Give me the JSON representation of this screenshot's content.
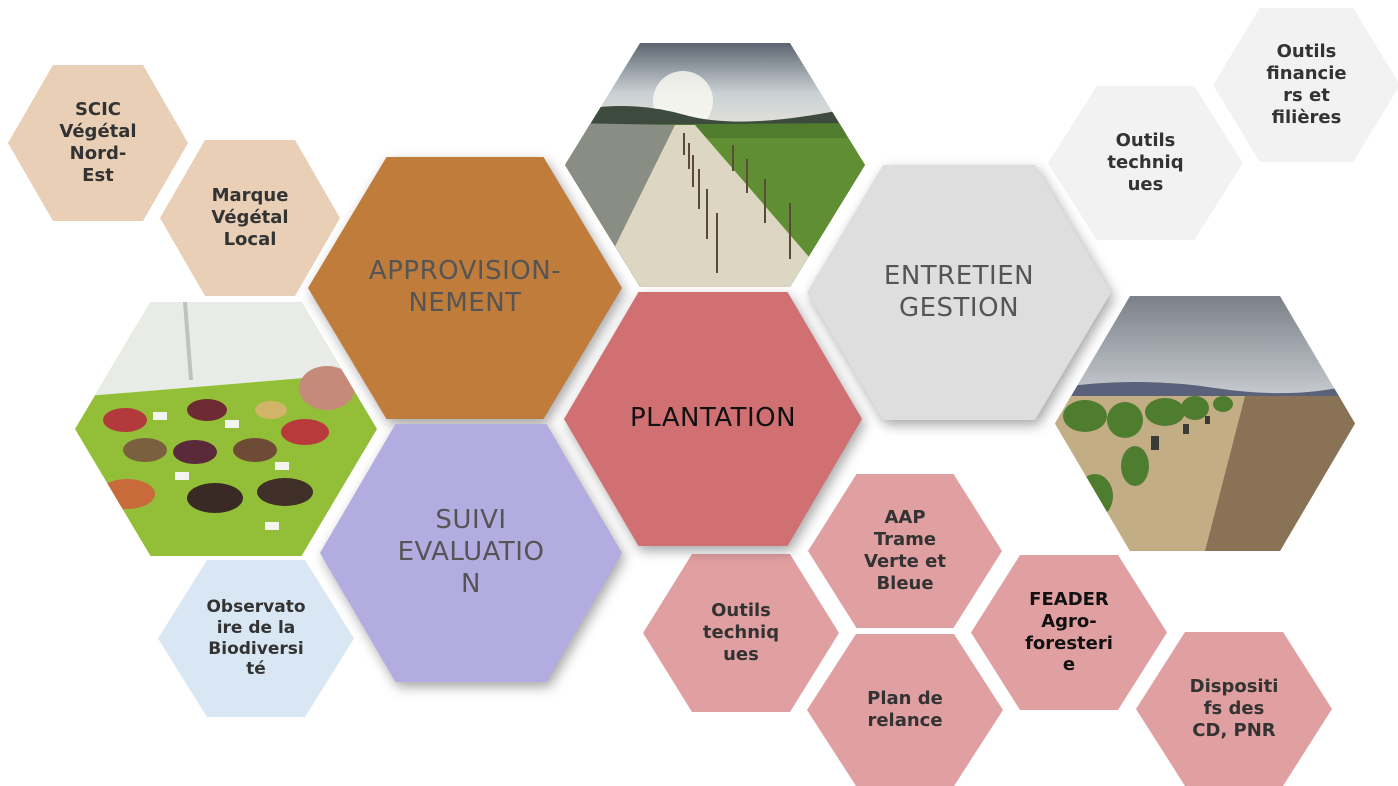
{
  "colors": {
    "appro": "#bf7c3b",
    "plantation": "#d07072",
    "entretien": "#dedede",
    "suivi": "#b3ace0",
    "tan": "#e8cfb6",
    "pink": "#e09fa1",
    "pale_grey": "#f2f2f2",
    "pale_blue": "#d8e7f3"
  },
  "main": {
    "appro": "APPROVISION-\nNEMENT",
    "plantation": "PLANTATION",
    "entretien": "ENTRETIEN\nGESTION",
    "suivi": "SUIVI\nEVALUATIO\nN"
  },
  "appro_tools": {
    "scic": "SCIC\nVégétal\nNord-\nEst",
    "marque": "Marque\nVégétal\nLocal"
  },
  "entretien_tools": {
    "techniques": "Outils\ntechniq\nues",
    "financiers": "Outils\nfinancie\nrs et\nfilières"
  },
  "suivi_tools": {
    "observatoire": "Observato\nire de la\nBiodiversi\nté"
  },
  "plantation_tools": {
    "techniques": "Outils\ntechniq\nues",
    "aap": "AAP\nTrame\nVerte et\nBleue",
    "plan": "Plan de\nrelance",
    "feader": "FEADER\nAgro-\nforesteri\ne",
    "dispositifs": "Dispositi\nfs des\nCD, PNR"
  },
  "photos": {
    "field_row": "field-photo-icon",
    "seeds": "seeds-photo-icon",
    "hedge": "hedge-photo-icon"
  }
}
